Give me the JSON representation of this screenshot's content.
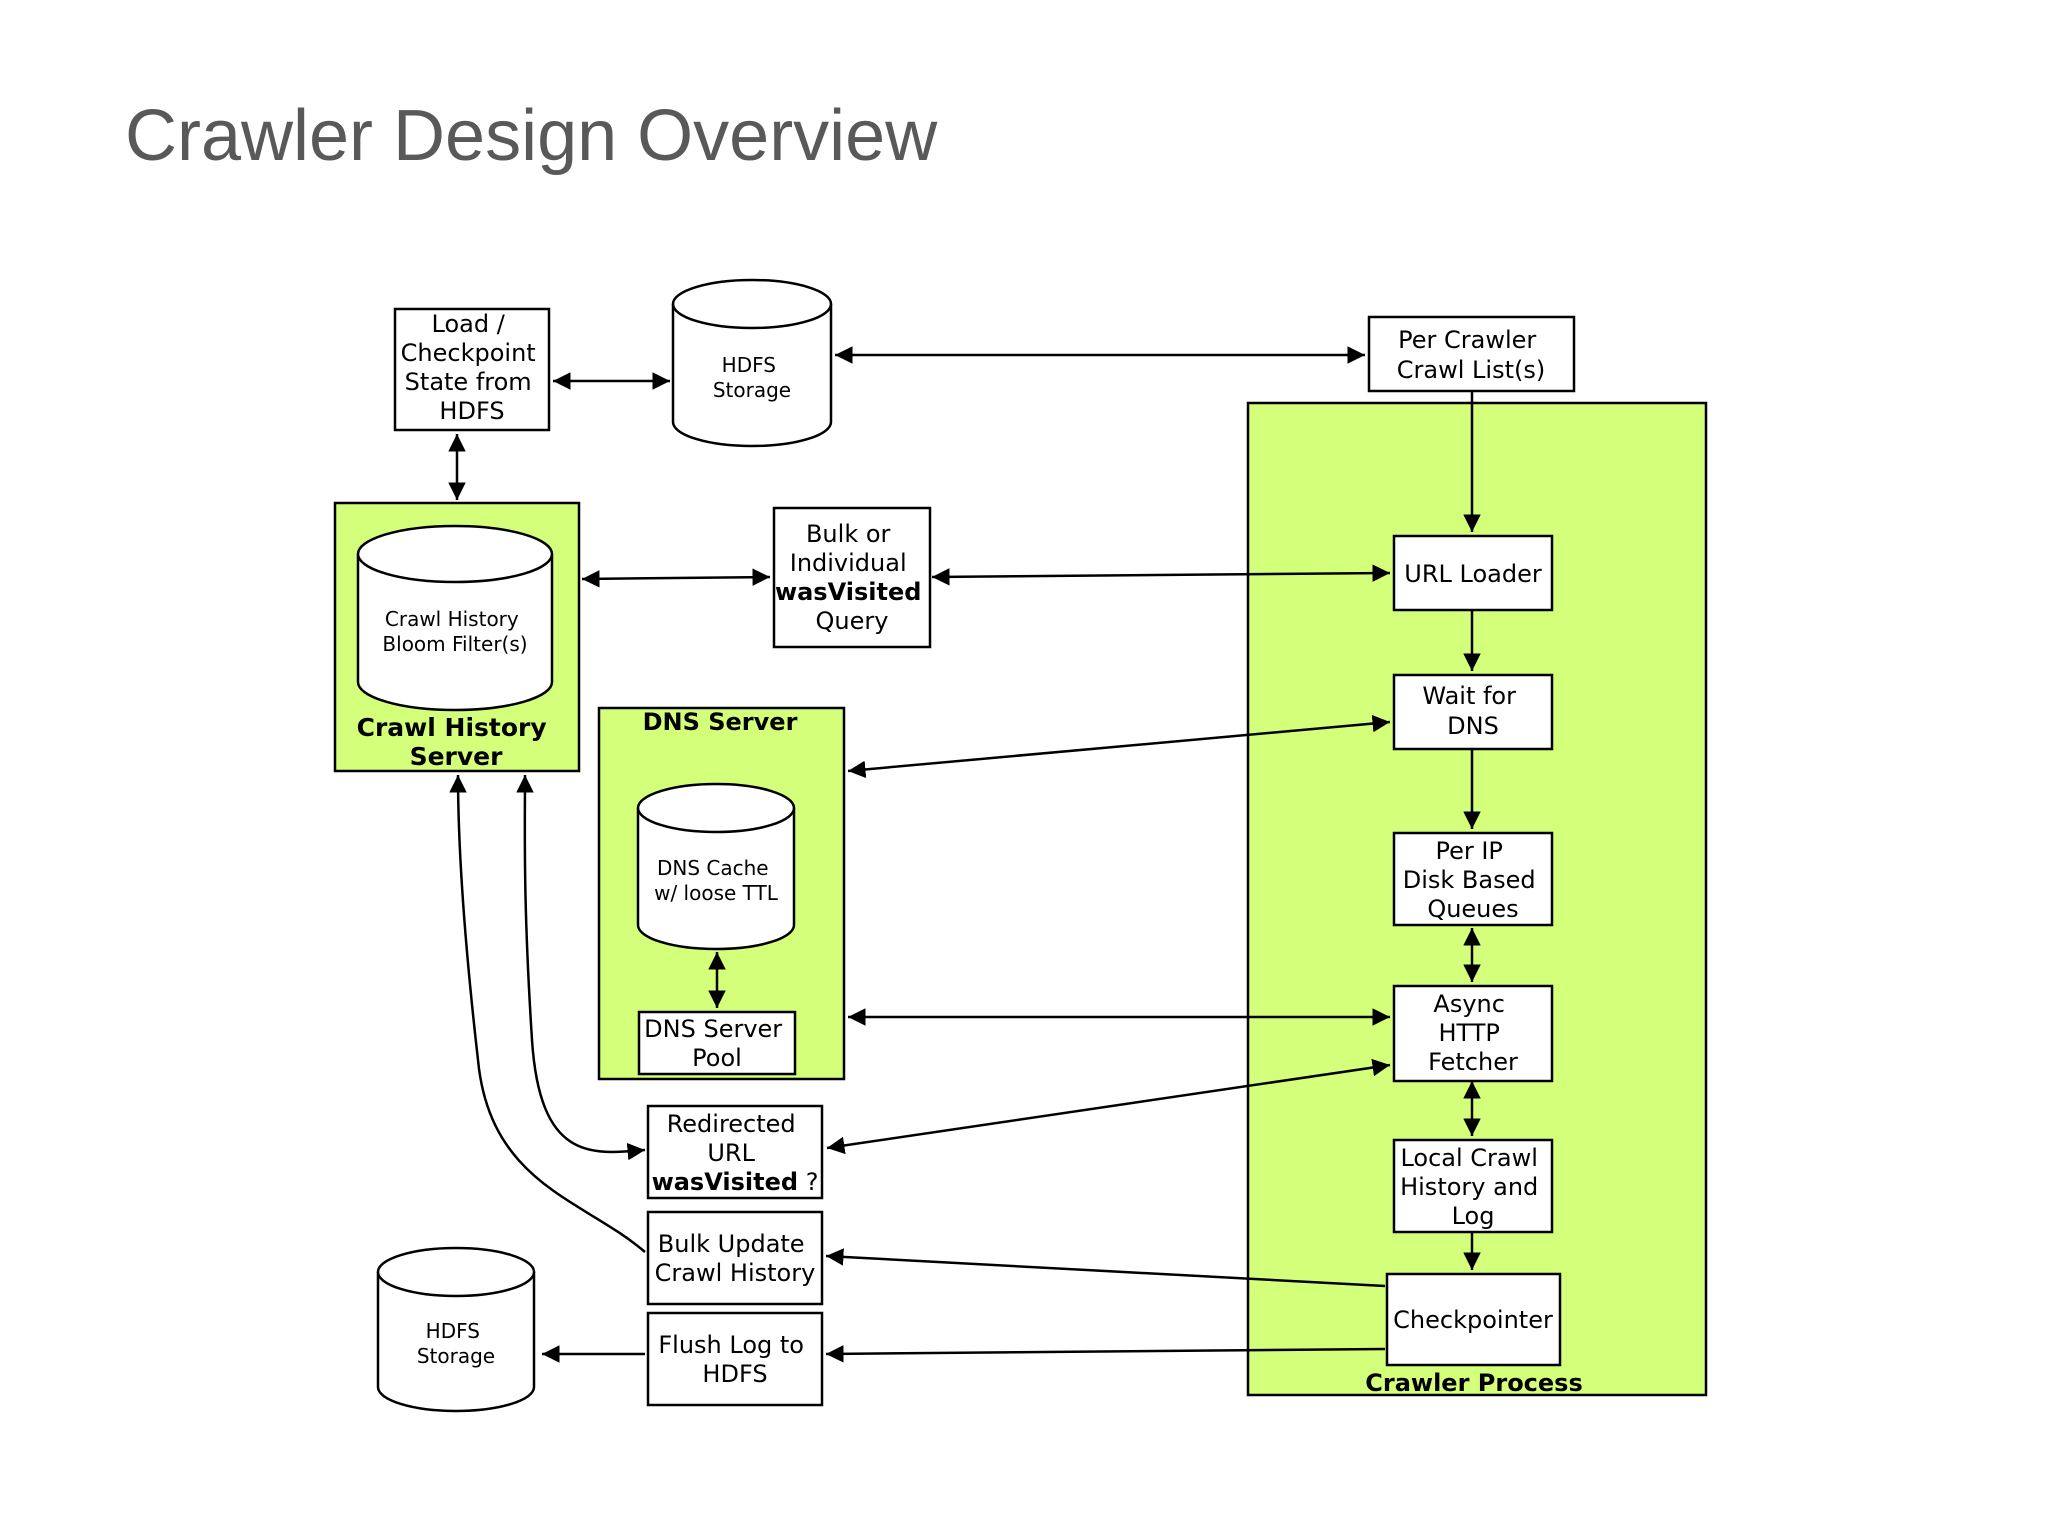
{
  "title": "Crawler Design Overview",
  "groups": {
    "crawl_history_server": [
      "Crawl History",
      "Server"
    ],
    "dns_server": [
      "DNS Server"
    ],
    "crawler_process": [
      "Crawler Process"
    ]
  },
  "boxes": {
    "load_checkpoint": [
      "Load /",
      "Checkpoint",
      "State from",
      "HDFS"
    ],
    "per_crawler_list": [
      "Per Crawler",
      "Crawl List(s)"
    ],
    "bulk_query": [
      "Bulk or",
      "Individual",
      "wasVisited",
      "Query"
    ],
    "url_loader": [
      "URL Loader"
    ],
    "wait_dns": [
      "Wait for",
      "DNS"
    ],
    "per_ip_queues": [
      "Per IP",
      "Disk Based",
      "Queues"
    ],
    "async_fetcher": [
      "Async",
      "HTTP",
      "Fetcher"
    ],
    "local_history": [
      "Local Crawl",
      "History and",
      "Log"
    ],
    "checkpointer": [
      "Checkpointer"
    ],
    "dns_pool": [
      "DNS Server",
      "Pool"
    ],
    "redirected_url": [
      "Redirected",
      "URL",
      "wasVisited",
      "?"
    ],
    "bulk_update": [
      "Bulk Update",
      "Crawl History"
    ],
    "flush_log": [
      "Flush Log to",
      "HDFS"
    ]
  },
  "stores": {
    "hdfs_top": [
      "HDFS",
      "Storage"
    ],
    "bloom": [
      "Crawl History",
      "Bloom Filter(s)"
    ],
    "dns_cache": [
      "DNS Cache",
      "w/ loose TTL"
    ],
    "hdfs_bottom": [
      "HDFS",
      "Storage"
    ]
  }
}
